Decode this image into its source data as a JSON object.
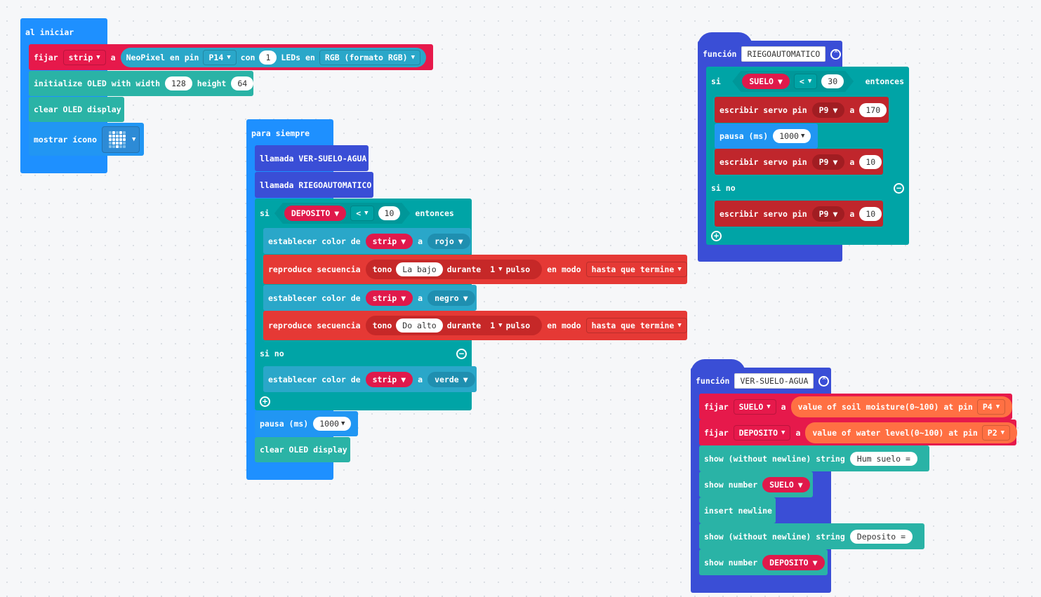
{
  "colors": {
    "basic_blue": "#1e90ff",
    "loop_blue": "#2196f3",
    "function_navy": "#3a4ed6",
    "neopixel_red": "#e6194b",
    "oled_teal": "#2ab3a6",
    "logic_teal": "#00a4a6",
    "neopixel_color_teal": "#2aa7c9",
    "music_red": "#e53935",
    "servo_red": "#c0262c",
    "sensor_orange": "#ff7043",
    "variable_red": "#e0194b"
  },
  "al_iniciar": {
    "title": "al iniciar",
    "fijar_strip": {
      "fijar": "fijar",
      "var": "strip",
      "a": "a",
      "neopixel": "NeoPixel en pin",
      "pin": "P14",
      "con": "con",
      "leds_count": "1",
      "leds_en": "LEDs en",
      "mode": "RGB (formato RGB)"
    },
    "oled_init": {
      "label": "initialize OLED with width",
      "width": "128",
      "height_label": "height",
      "height": "64"
    },
    "clear_oled": "clear OLED display",
    "mostrar_icono": {
      "label": "mostrar ícono",
      "icon": "heart-icon"
    }
  },
  "para_siempre": {
    "title": "para siempre",
    "call1": "llamada VER-SUELO-AGUA",
    "call2": "llamada RIEGOAUTOMATICO",
    "si": "si",
    "cond": {
      "var": "DEPOSITO",
      "op": "<",
      "value": "10"
    },
    "entonces": "entonces",
    "set_color_1": {
      "label": "establecer color de",
      "var": "strip",
      "a": "a",
      "color": "rojo"
    },
    "play_1": {
      "label": "reproduce secuencia",
      "tono": "tono",
      "note": "La bajo",
      "durante": "durante",
      "beats": "1",
      "pulso": "pulso",
      "en_modo": "en modo",
      "mode": "hasta que termine"
    },
    "set_color_2": {
      "label": "establecer color de",
      "var": "strip",
      "a": "a",
      "color": "negro"
    },
    "play_2": {
      "label": "reproduce secuencia",
      "tono": "tono",
      "note": "Do alto",
      "durante": "durante",
      "beats": "1",
      "pulso": "pulso",
      "en_modo": "en modo",
      "mode": "hasta que termine"
    },
    "si_no": "si no",
    "set_color_3": {
      "label": "establecer color de",
      "var": "strip",
      "a": "a",
      "color": "verde"
    },
    "pausa": {
      "label": "pausa (ms)",
      "value": "1000"
    },
    "clear_oled": "clear OLED display"
  },
  "riego_fn": {
    "funcion": "función",
    "name": "RIEGOAUTOMATICO",
    "si": "si",
    "cond": {
      "var": "SUELO",
      "op": "<",
      "value": "30"
    },
    "entonces": "entonces",
    "servo_1": {
      "label": "escribir servo pin",
      "pin": "P9",
      "a": "a",
      "value": "170"
    },
    "pausa": {
      "label": "pausa (ms)",
      "value": "1000"
    },
    "servo_2": {
      "label": "escribir servo pin",
      "pin": "P9",
      "a": "a",
      "value": "10"
    },
    "si_no": "si no",
    "servo_3": {
      "label": "escribir servo pin",
      "pin": "P9",
      "a": "a",
      "value": "10"
    }
  },
  "ver_fn": {
    "funcion": "función",
    "name": "VER-SUELO-AGUA",
    "fijar_suelo": {
      "fijar": "fijar",
      "var": "SUELO",
      "a": "a",
      "sensor": "value of soil moisture(0~100) at pin",
      "pin": "P4"
    },
    "fijar_deposito": {
      "fijar": "fijar",
      "var": "DEPOSITO",
      "a": "a",
      "sensor": "value of water level(0~100) at pin",
      "pin": "P2"
    },
    "show_str_1": {
      "label": "show (without newline) string",
      "value": "Hum suelo = "
    },
    "show_num_1": {
      "label": "show number",
      "var": "SUELO"
    },
    "newline": "insert newline",
    "show_str_2": {
      "label": "show (without newline) string",
      "value": "Deposito = "
    },
    "show_num_2": {
      "label": "show number",
      "var": "DEPOSITO"
    }
  }
}
